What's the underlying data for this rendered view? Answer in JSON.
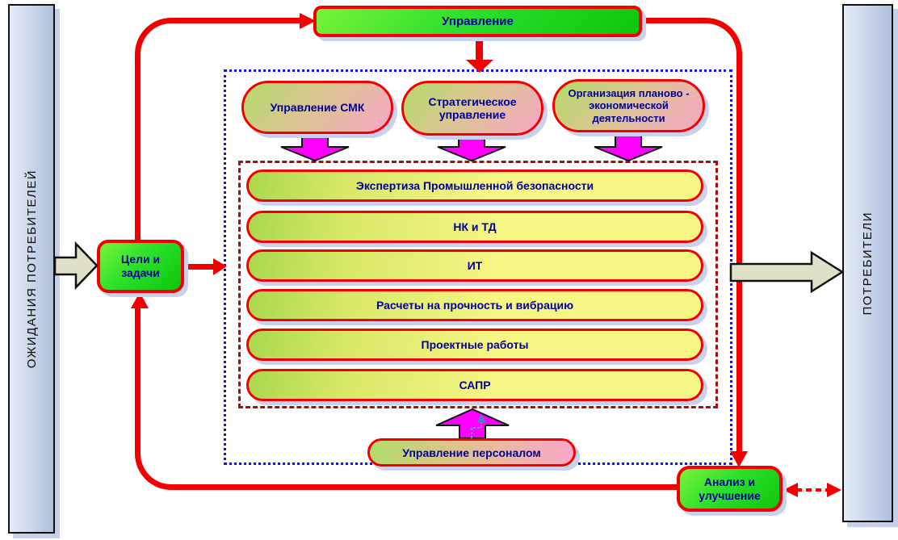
{
  "diagram": {
    "title_hint": "Process model of a quality management system (Russian)",
    "left_bar": {
      "label": "ОЖИДАНИЯ ПОТРЕБИТЕЛЕЙ"
    },
    "right_bar": {
      "label": "ПОТРЕБИТЕЛИ"
    },
    "top_box": {
      "label": "Управление"
    },
    "management_bubbles": [
      {
        "label": "Управление СМК"
      },
      {
        "label": "Стратегическое управление"
      },
      {
        "label": "Организация планово - экономической деятельности"
      }
    ],
    "process_bars": [
      {
        "label": "Экспертиза Промышленной безопасности"
      },
      {
        "label": "НК и ТД"
      },
      {
        "label": "ИТ"
      },
      {
        "label": "Расчеты на прочность и вибрацию"
      },
      {
        "label": "Проектные работы"
      },
      {
        "label": "САПР"
      }
    ],
    "personnel_box": {
      "label": "Управление персоналом"
    },
    "goals_box": {
      "label": "Цели и задачи"
    },
    "analysis_box": {
      "label": "Анализ и улучшение"
    },
    "colors": {
      "line_red": "#f20000",
      "node_green": "#2ce02c",
      "bubble_green_to_pink": [
        "#b2dc6a",
        "#f6a6c6"
      ],
      "bar_green_to_yellow": [
        "#a9d84f",
        "#f6f685"
      ],
      "arrow_magenta": "#ff00ff",
      "flow_arrow_beige": "#e0dfc7",
      "outer_container_border_blue_dotted": "#1515dd",
      "inner_container_border_darkred_dashed": "#a11212",
      "side_bar_fill_blue": "#cdd8ec",
      "text_navy": "#000099"
    }
  }
}
